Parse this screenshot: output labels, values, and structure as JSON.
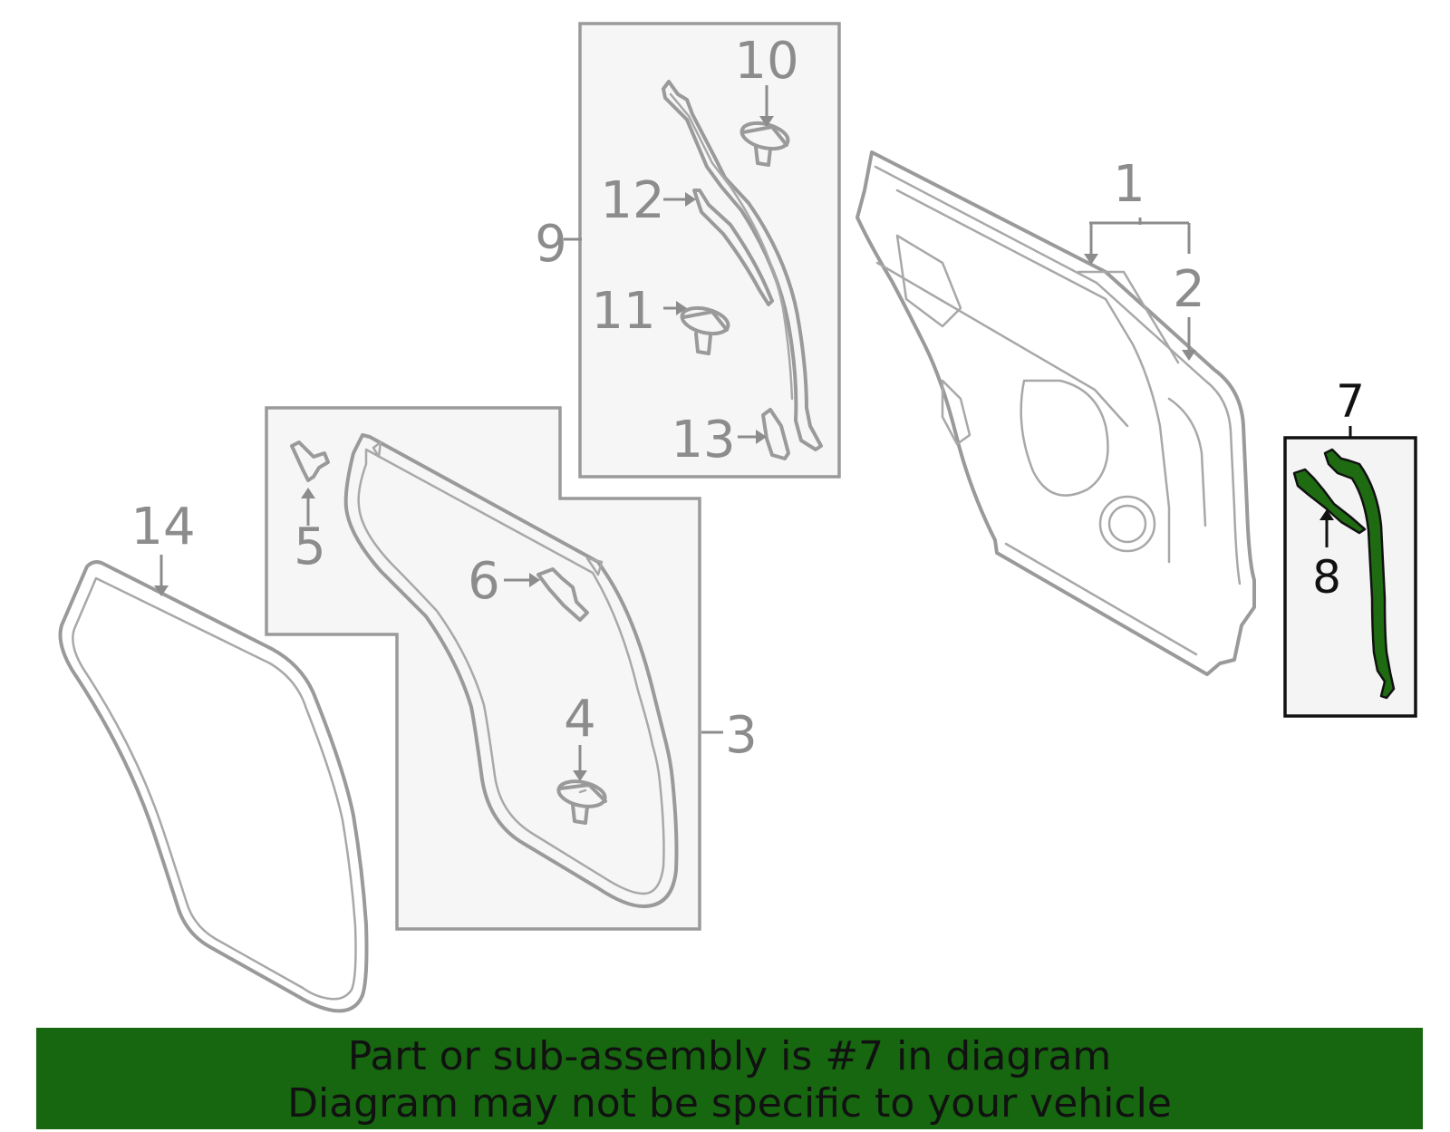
{
  "diagram": {
    "callouts": [
      {
        "id": "1",
        "text": "1"
      },
      {
        "id": "2",
        "text": "2"
      },
      {
        "id": "3",
        "text": "3"
      },
      {
        "id": "4",
        "text": "4"
      },
      {
        "id": "5",
        "text": "5"
      },
      {
        "id": "6",
        "text": "6"
      },
      {
        "id": "7",
        "text": "7"
      },
      {
        "id": "8",
        "text": "8"
      },
      {
        "id": "9",
        "text": "9"
      },
      {
        "id": "10",
        "text": "10"
      },
      {
        "id": "11",
        "text": "11"
      },
      {
        "id": "12",
        "text": "12"
      },
      {
        "id": "13",
        "text": "13"
      },
      {
        "id": "14",
        "text": "14"
      }
    ],
    "highlighted_part": "7",
    "colors": {
      "highlight_fill": "#1e6b12",
      "banner_bg": "#176610",
      "part_stroke": "#9a9a9a",
      "label_gray": "#8c8c8c",
      "panel_fill": "#f6f6f6"
    }
  },
  "banner": {
    "line1": "Part or sub-assembly is #7 in diagram",
    "line2": "Diagram may not be specific to your vehicle"
  }
}
